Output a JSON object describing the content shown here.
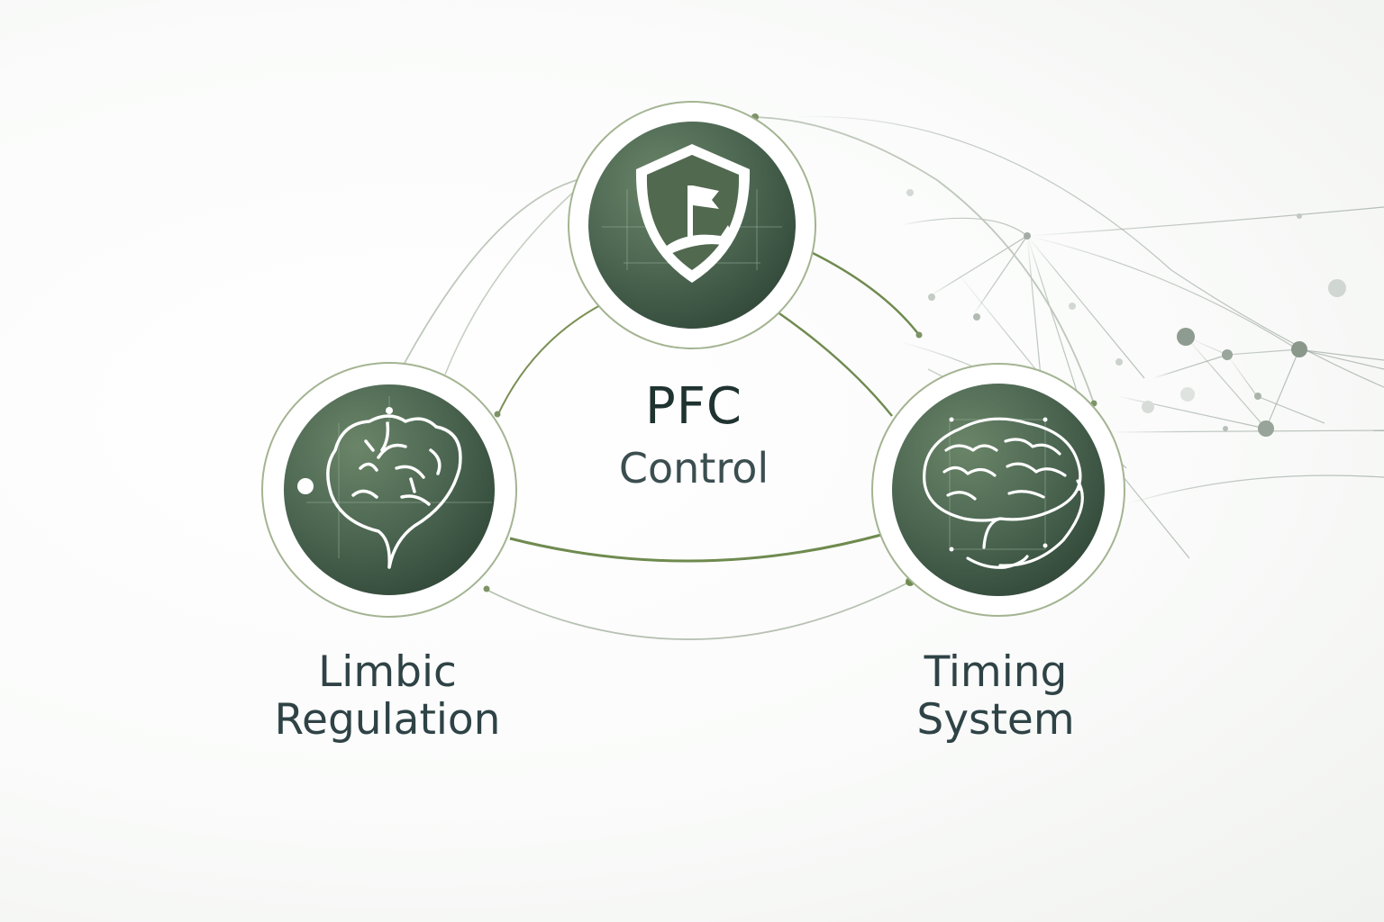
{
  "colors": {
    "node_fill_dark": "#3d5642",
    "node_fill_mid": "#5f7a62",
    "ring": "#93a882",
    "connector": "#6f8a4f",
    "text": "#2f4346"
  },
  "nodes": {
    "pfc": {
      "icon": "shield-flag-icon",
      "label_line1": "PFC",
      "label_line2": "Control"
    },
    "limbic": {
      "icon": "limbic-brain-icon",
      "label_line1": "Limbic",
      "label_line2": "Regulation"
    },
    "timing": {
      "icon": "brain-icon",
      "label_line1": "Timing",
      "label_line2": "System"
    }
  }
}
